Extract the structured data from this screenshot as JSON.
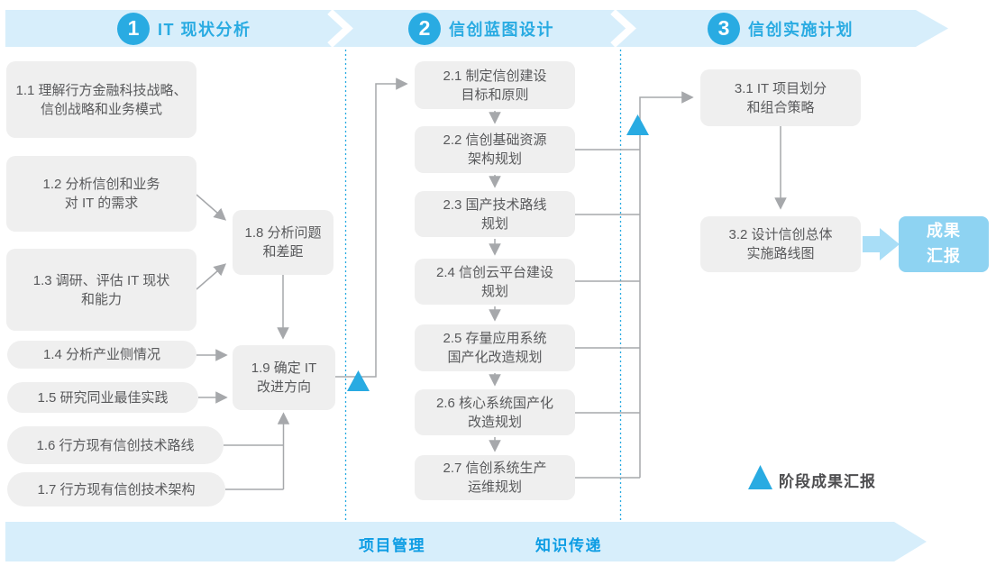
{
  "phases": {
    "p1": {
      "number": "1",
      "title": "IT 现状分析"
    },
    "p2": {
      "number": "2",
      "title": "信创蓝图设计"
    },
    "p3": {
      "number": "3",
      "title": "信创实施计划"
    }
  },
  "boxes": {
    "b11": {
      "label": "1.1 理解行方金融科技战略、\n信创战略和业务模式"
    },
    "b12": {
      "label": "1.2 分析信创和业务\n对 IT 的需求"
    },
    "b13": {
      "label": "1.3 调研、评估 IT 现状\n和能力"
    },
    "b14": {
      "label": "1.4 分析产业侧情况"
    },
    "b15": {
      "label": "1.5 研究同业最佳实践"
    },
    "b16": {
      "label": "1.6 行方现有信创技术路线"
    },
    "b17": {
      "label": "1.7 行方现有信创技术架构"
    },
    "b18": {
      "label": "1.8 分析问题\n和差距"
    },
    "b19": {
      "label": "1.9 确定 IT\n改进方向"
    },
    "b21": {
      "label": "2.1 制定信创建设\n目标和原则"
    },
    "b22": {
      "label": "2.2 信创基础资源\n架构规划"
    },
    "b23": {
      "label": "2.3 国产技术路线\n规划"
    },
    "b24": {
      "label": "2.4 信创云平台建设\n规划"
    },
    "b25": {
      "label": "2.5 存量应用系统\n国产化改造规划"
    },
    "b26": {
      "label": "2.6 核心系统国产化\n改造规划"
    },
    "b27": {
      "label": "2.7 信创系统生产\n运维规划"
    },
    "b31": {
      "label": "3.1 IT 项目划分\n和组合策略"
    },
    "b32": {
      "label": "3.2 设计信创总体\n实施路线图"
    },
    "result": {
      "label": "成果\n汇报"
    }
  },
  "legend": {
    "label": "阶段成果汇报",
    "marker": "triangle-up"
  },
  "footer": {
    "project": "项目管理",
    "knowledge": "知识传递"
  },
  "colors": {
    "accent_blue": "#29abe2",
    "band_light_blue": "#d7eefb",
    "box_gray": "#efefef",
    "box_text": "#58595b",
    "line_gray": "#a6a8ab",
    "result_blue": "#8ed3f2",
    "thick_arrow_blue": "#a9def7",
    "footer_text_blue": "#0e9de4",
    "legend_text": "#4d4d4f"
  }
}
